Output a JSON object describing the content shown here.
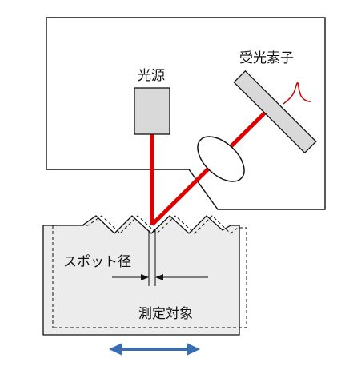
{
  "labels": {
    "light_source": "光源",
    "detector": "受光素子",
    "spot_diameter": "スポット径",
    "measurement_target": "測定対象"
  },
  "colors": {
    "laser_beam": "#e00000",
    "signal_peak": "#cc0000",
    "target_fill": "#ececec",
    "component_fill": "#d9d9d9",
    "arrow": "#3b6db3",
    "outline": "#111111"
  },
  "icons": {
    "movement_arrow": "double-headed-horizontal-arrow",
    "detector_signal": "single-peak-waveform"
  }
}
